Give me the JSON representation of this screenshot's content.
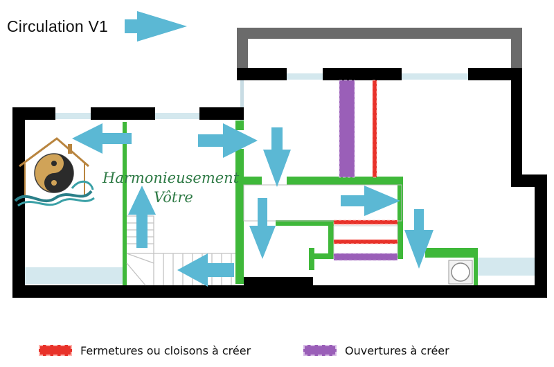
{
  "title": "Circulation V1",
  "logo": {
    "line1": "Harmonieusement",
    "line2": "Vôtre"
  },
  "legend": [
    {
      "label": "Fermetures ou cloisons à créer",
      "color": "#e8322a"
    },
    {
      "label": "Ouvertures à créer",
      "color": "#9a5fb8"
    }
  ],
  "colors": {
    "wall": "#000000",
    "green_wall": "#3fb83a",
    "red_partition": "#e8322a",
    "purple_opening": "#9a5fb8",
    "arrow": "#5bb8d4",
    "window": "#d4e8ee",
    "gray_frame": "#6b6b6b"
  },
  "icons": [
    "arrow-icon",
    "yin-yang-logo-icon",
    "house-roof-icon",
    "staircase-icon",
    "washbasin-icon"
  ]
}
